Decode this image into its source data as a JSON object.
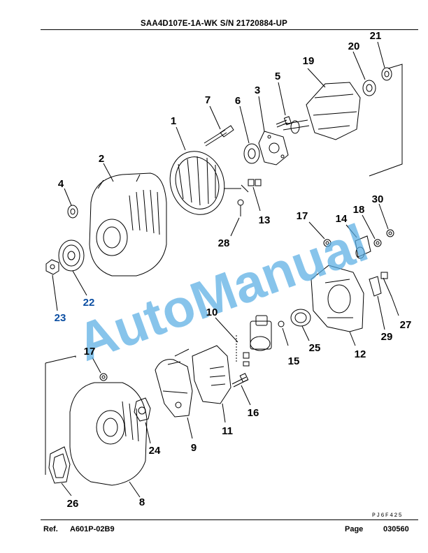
{
  "header": {
    "title": "SAA4D107E-1A-WK S/N 21720884-UP"
  },
  "watermark": {
    "text": "AutoManual",
    "color": "#5aaee4"
  },
  "drawing_code": "PJ6F425",
  "footer": {
    "ref_label": "Ref.",
    "ref_value": "A601P-02B9",
    "page_label": "Page",
    "page_value": "030560"
  },
  "callouts": {
    "c1": "1",
    "c2": "2",
    "c3": "3",
    "c4": "4",
    "c5": "5",
    "c6": "6",
    "c7": "7",
    "c8": "8",
    "c9": "9",
    "c10": "10",
    "c11": "11",
    "c12": "12",
    "c13": "13",
    "c14": "14",
    "c15": "15",
    "c16": "16",
    "c17a": "17",
    "c17b": "17",
    "c18": "18",
    "c19": "19",
    "c20": "20",
    "c21": "21",
    "c22": "22",
    "c23": "23",
    "c24": "24",
    "c25": "25",
    "c26": "26",
    "c27": "27",
    "c28": "28",
    "c29": "29",
    "c30": "30"
  }
}
